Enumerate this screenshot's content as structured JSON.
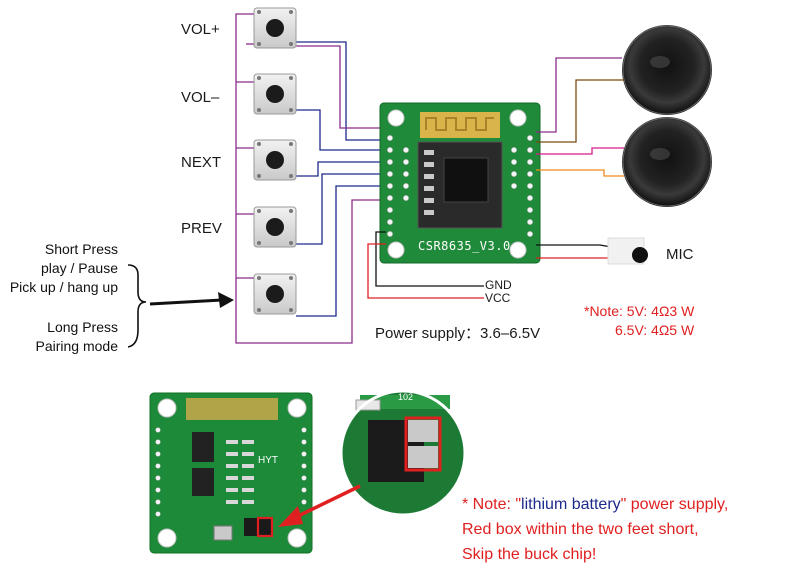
{
  "buttons": [
    {
      "label": "VOL+"
    },
    {
      "label": "VOL–"
    },
    {
      "label": "NEXT"
    },
    {
      "label": "PREV"
    },
    {
      "label": ""
    }
  ],
  "press_info": {
    "short_title": "Short Press",
    "short_line1": "play / Pause",
    "short_line2": "Pick up / hang up",
    "long_title": "Long Press",
    "long_line1": "Pairing mode"
  },
  "board": {
    "chip_label": "CSR8635_V3.0",
    "gnd_label": "GND",
    "vcc_label": "VCC",
    "mic_label": "MIC"
  },
  "power_supply": "Power supply：3.6–6.5V",
  "speaker_note": {
    "line1": "*Note: 5V: 4Ω3 W",
    "line2": "6.5V: 4Ω5 W"
  },
  "battery_note": {
    "prefix": "* Note: \"",
    "highlight": "lithium battery",
    "suffix": "\" power supply,",
    "line2": "Red box within the two feet short,",
    "line3": "Skip the buck chip!"
  },
  "bottom_board": {
    "label_hyt": "HYT",
    "label_102": "102"
  },
  "colors": {
    "wire_purple": "#8a2b8a",
    "wire_navy": "#1c2a8c",
    "wire_red": "#e02020",
    "wire_orange": "#f08a1a",
    "wire_magenta": "#d81b86",
    "wire_brown": "#7a4a12",
    "pcb_green": "#1f8a3a",
    "note_red": "#e02020",
    "note_blue": "#1c2a8c"
  }
}
